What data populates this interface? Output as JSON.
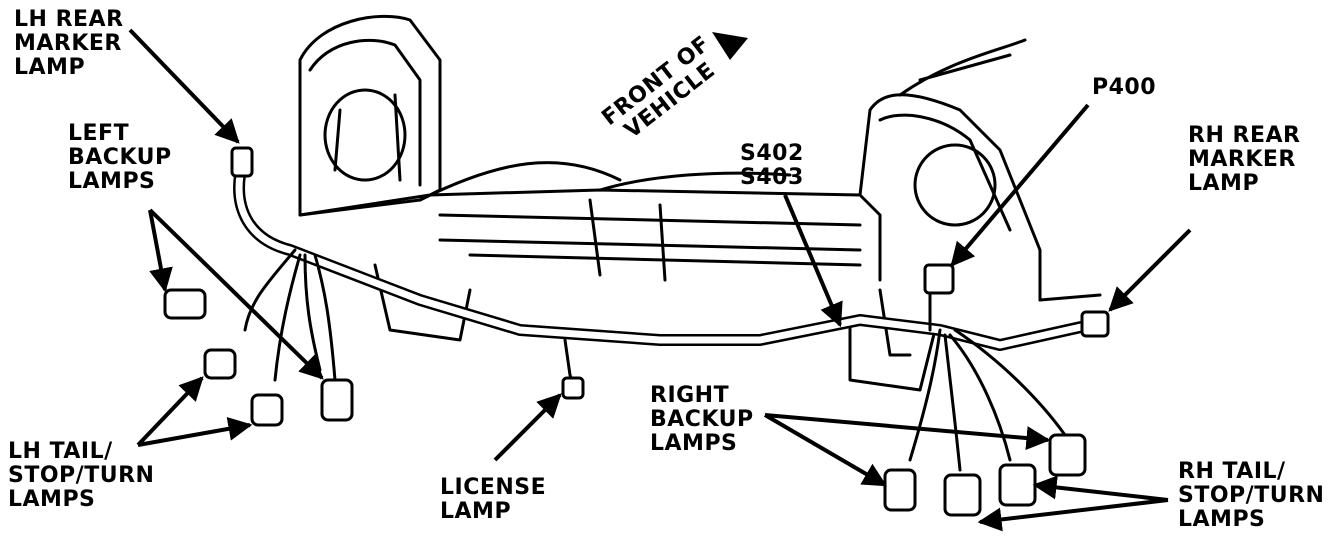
{
  "labels": {
    "lh_rear_marker": [
      "LH REAR",
      "MARKER",
      "LAMP"
    ],
    "left_backup": [
      "LEFT",
      "BACKUP",
      "LAMPS"
    ],
    "lh_tail": [
      "LH TAIL/",
      "STOP/TURN",
      "LAMPS"
    ],
    "license": [
      "LICENSE",
      "LAMP"
    ],
    "front_of_vehicle": [
      "FRONT OF",
      "VEHICLE"
    ],
    "splices": [
      "S402",
      "S403"
    ],
    "p400": "P400",
    "rh_rear_marker": [
      "RH REAR",
      "MARKER",
      "LAMP"
    ],
    "right_backup": [
      "RIGHT",
      "BACKUP",
      "LAMPS"
    ],
    "rh_tail": [
      "RH TAIL/",
      "STOP/TURN",
      "LAMPS"
    ]
  },
  "colors": {
    "ink": "#000000",
    "paper": "#ffffff"
  }
}
